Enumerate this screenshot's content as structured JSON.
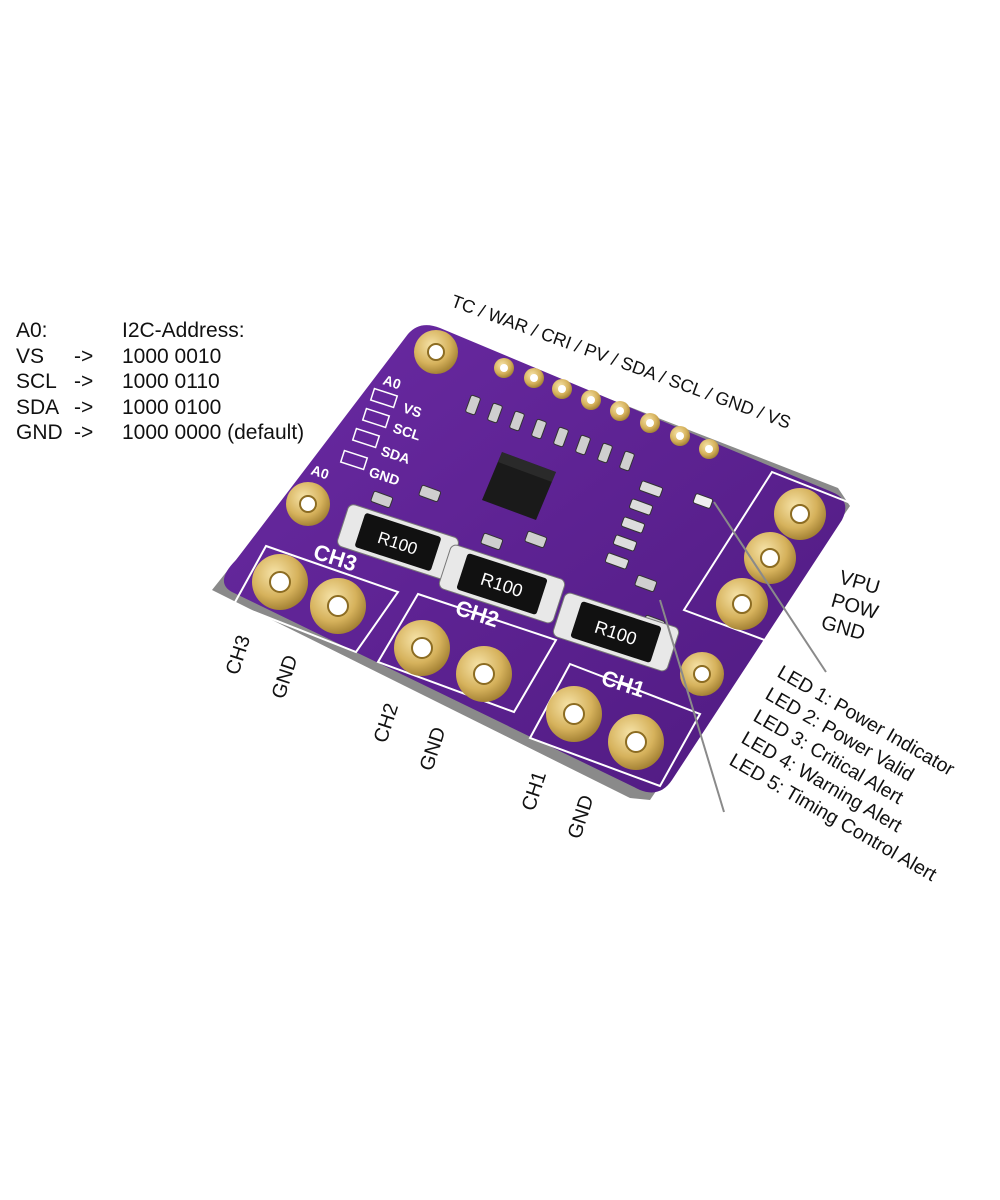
{
  "address_table": {
    "header_a0": "A0:",
    "header_address": "I2C-Address:",
    "rows": [
      {
        "pin": "VS",
        "arrow": "->",
        "address": "1000 0010"
      },
      {
        "pin": "SCL",
        "arrow": "->",
        "address": "1000 0110"
      },
      {
        "pin": "SDA",
        "arrow": "->",
        "address": "1000 0100"
      },
      {
        "pin": "GND",
        "arrow": "->",
        "address": "1000 0000 (default)"
      }
    ]
  },
  "header_pins_label": "TC / WAR / CRI / PV / SDA / SCL / GND / VS",
  "power_labels": [
    "VPU",
    "POW",
    "GND"
  ],
  "channel_labels": [
    {
      "ch": "CH3",
      "gnd": "GND"
    },
    {
      "ch": "CH2",
      "gnd": "GND"
    },
    {
      "ch": "CH1",
      "gnd": "GND"
    }
  ],
  "led_labels": [
    "LED 1: Power Indicator",
    "LED 2: Power Valid",
    "LED 3: Critical Alert",
    "LED 4: Warning Alert",
    "LED 5: Timing Control Alert"
  ],
  "board": {
    "silkscreen_pins": [
      "A0",
      "VS",
      "SCL",
      "SDA",
      "GND",
      "A0"
    ],
    "silkscreen_channels": [
      "CH3",
      "CH2",
      "CH1"
    ],
    "resistor_marking": "R100",
    "colors": {
      "pcb": "#5a1f8c",
      "pcb_dark": "#3e1266",
      "pad_gold": "#d6b25c",
      "chip": "#1a1a1a"
    }
  }
}
